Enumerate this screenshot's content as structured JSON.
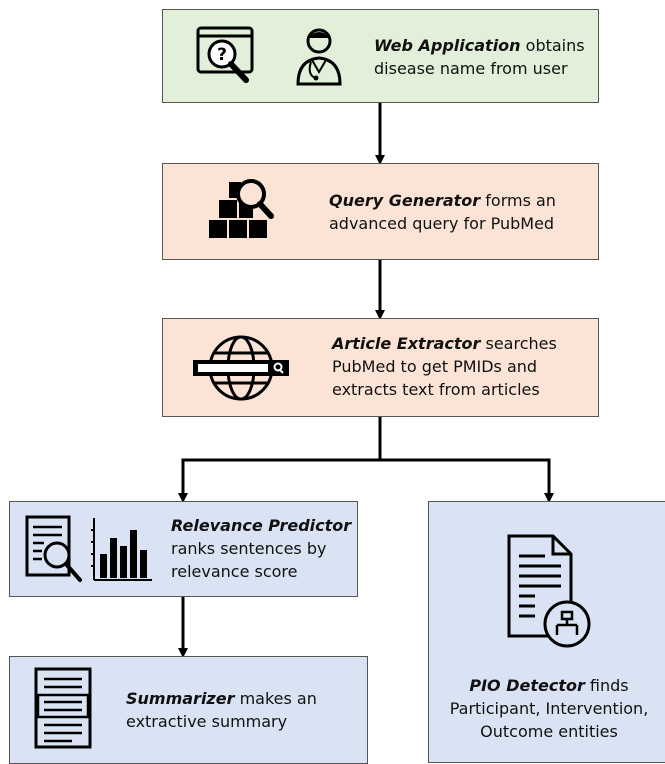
{
  "web_app": {
    "title": "Web Application",
    "rest": " obtains",
    "line2": "disease name from user"
  },
  "query_gen": {
    "title": "Query Generator",
    "rest": " forms an",
    "line2": "advanced query for PubMed"
  },
  "article_ext": {
    "title": "Article Extractor",
    "rest": " searches",
    "line2": "PubMed to get PMIDs and",
    "line3": "extracts text from articles"
  },
  "relevance": {
    "title": "Relevance Predictor",
    "line2": "ranks sentences by",
    "line3": "relevance score"
  },
  "summarizer": {
    "title": "Summarizer",
    "rest": " makes an",
    "line2": "extractive summary"
  },
  "pio": {
    "title": "PIO Detector",
    "rest": " finds",
    "line2": "Participant, Intervention,",
    "line3": "Outcome entities"
  },
  "colors": {
    "green": "#e2efd9",
    "peach": "#fbe4d5",
    "blue": "#dae3f3",
    "arrow": "#000000"
  }
}
